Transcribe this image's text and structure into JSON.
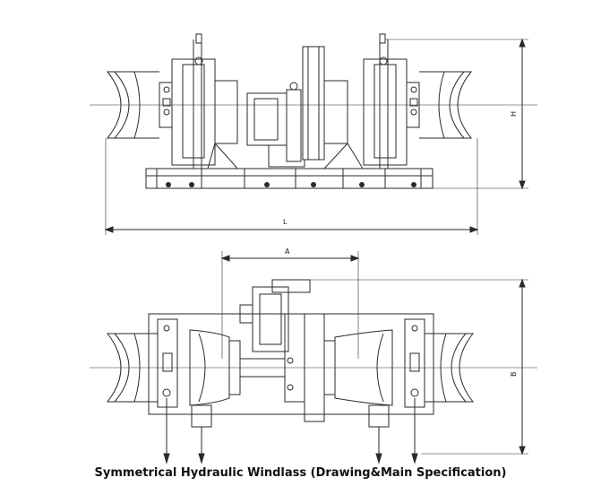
{
  "caption": "Symmetrical Hydraulic Windlass (Drawing&Main Specification)",
  "dimensions": {
    "length_label": "L",
    "height_label": "H",
    "a_label": "A",
    "b_label": "B"
  },
  "colors": {
    "line": "#2a2a2a",
    "background": "#ffffff"
  }
}
